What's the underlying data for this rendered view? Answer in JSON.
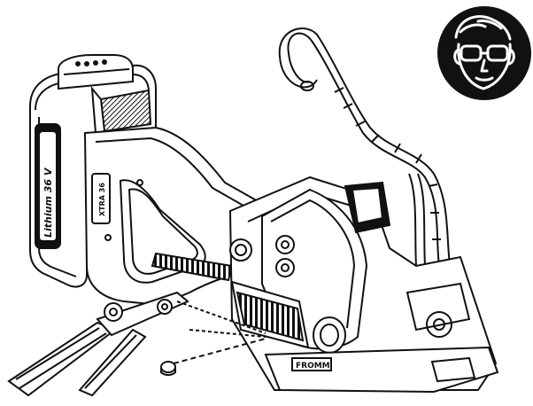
{
  "battery": {
    "brand_text": "Lithium 36 V"
  },
  "handle_plate": {
    "text": "XTRA 36"
  },
  "side_plate": {
    "text": "FROMM"
  },
  "safety_sign": {
    "icon": "safety-goggles-required-icon",
    "bg_color": "#111111",
    "fg_color": "#ffffff"
  },
  "colors": {
    "line": "#111111",
    "fill": "#ffffff",
    "shade": "#2a2a2a"
  }
}
